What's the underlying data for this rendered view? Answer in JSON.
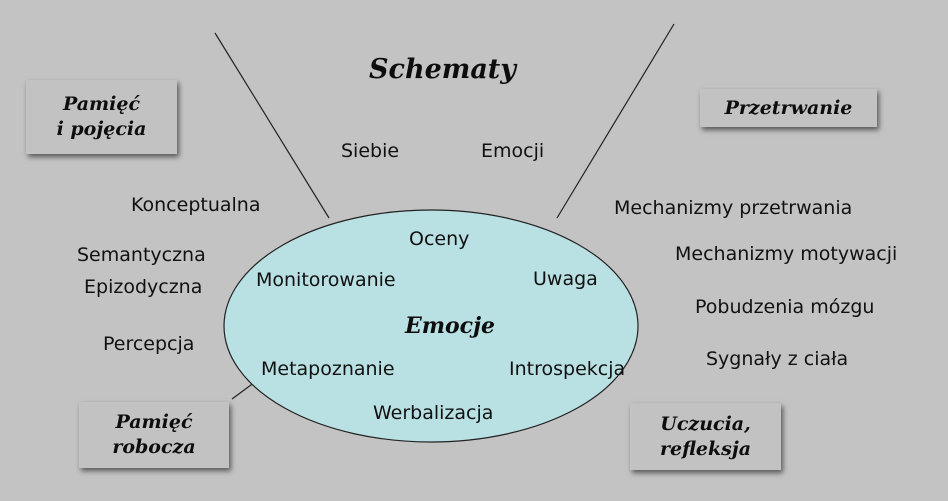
{
  "title": "Schematy",
  "center": {
    "label": "Emocje",
    "items": [
      "Oceny",
      "Monitorowanie",
      "Uwaga",
      "Metapoznanie",
      "Introspekcja",
      "Werbalizacja"
    ],
    "fill": "#b9e0e3"
  },
  "schematy_items": [
    "Siebie",
    "Emocji"
  ],
  "boxes": {
    "top_left": "Pamięć\ni pojęcia",
    "top_right": "Przetrwanie",
    "bottom_left": "Pamięć\nrobocza",
    "bottom_right": "Uczucia,\nrefleksja"
  },
  "left_items": [
    "Konceptualna",
    "Semantyczna",
    "Epizodyczna",
    "Percepcja"
  ],
  "right_items": [
    "Mechanizmy przetrwania",
    "Mechanizmy motywacji",
    "Pobudzenia mózgu",
    "Sygnały z ciała"
  ],
  "colors": {
    "background": "#c3c3c3",
    "ellipse": "#b9e0e3"
  }
}
